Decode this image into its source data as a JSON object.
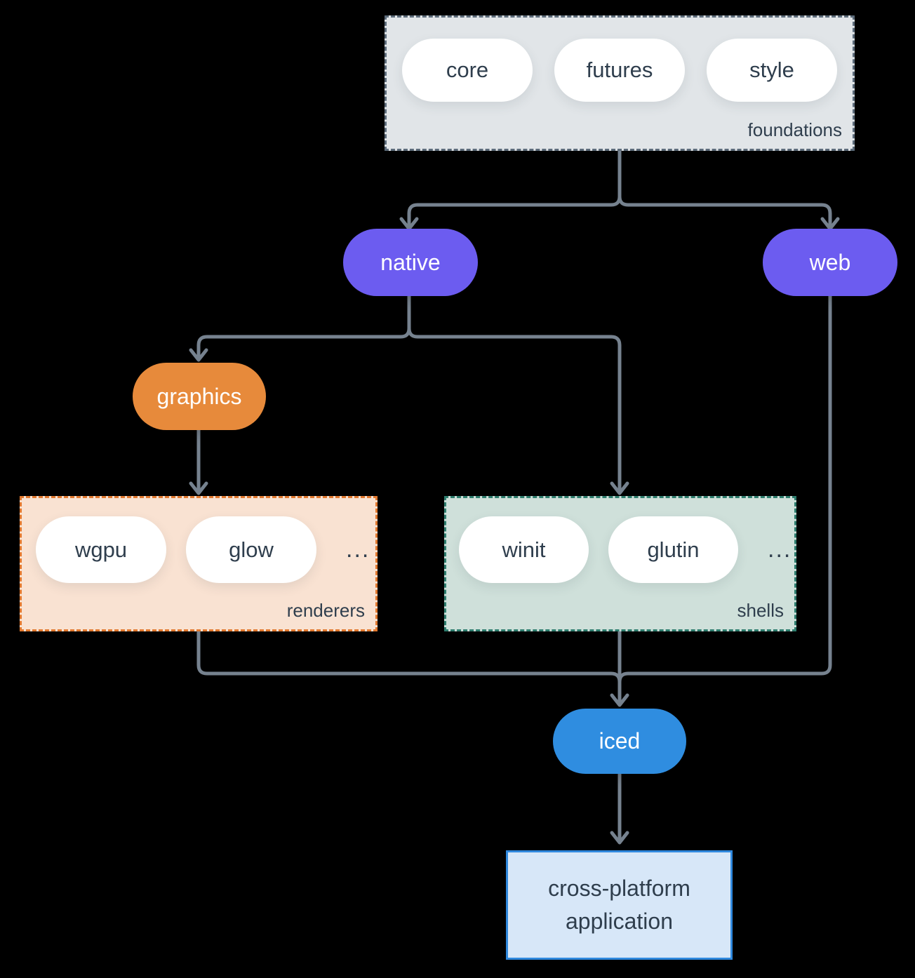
{
  "colors": {
    "background": "#000000",
    "connector": "#76828F",
    "text_dark": "#2F3E4D",
    "pill_white": "#FFFFFF",
    "purple": "#6C5CF0",
    "orange": "#E78A3B",
    "blue": "#2F8DE0",
    "foundations_fill": "#E1E5E8",
    "foundations_border": "#5C6B7A",
    "renderers_fill": "#F9E2D2",
    "renderers_border": "#E2792F",
    "shells_fill": "#CFE0DA",
    "shells_border": "#2E7D6E",
    "app_fill": "#D7E7F8",
    "app_border": "#2F88DD"
  },
  "foundations": {
    "label": "foundations",
    "pills": [
      "core",
      "futures",
      "style"
    ]
  },
  "native": {
    "label": "native"
  },
  "web": {
    "label": "web"
  },
  "graphics": {
    "label": "graphics"
  },
  "renderers": {
    "label": "renderers",
    "pills": [
      "wgpu",
      "glow"
    ],
    "ellipsis": "..."
  },
  "shells": {
    "label": "shells",
    "pills": [
      "winit",
      "glutin"
    ],
    "ellipsis": "..."
  },
  "iced": {
    "label": "iced"
  },
  "application": {
    "line1": "cross-platform",
    "line2": "application"
  }
}
